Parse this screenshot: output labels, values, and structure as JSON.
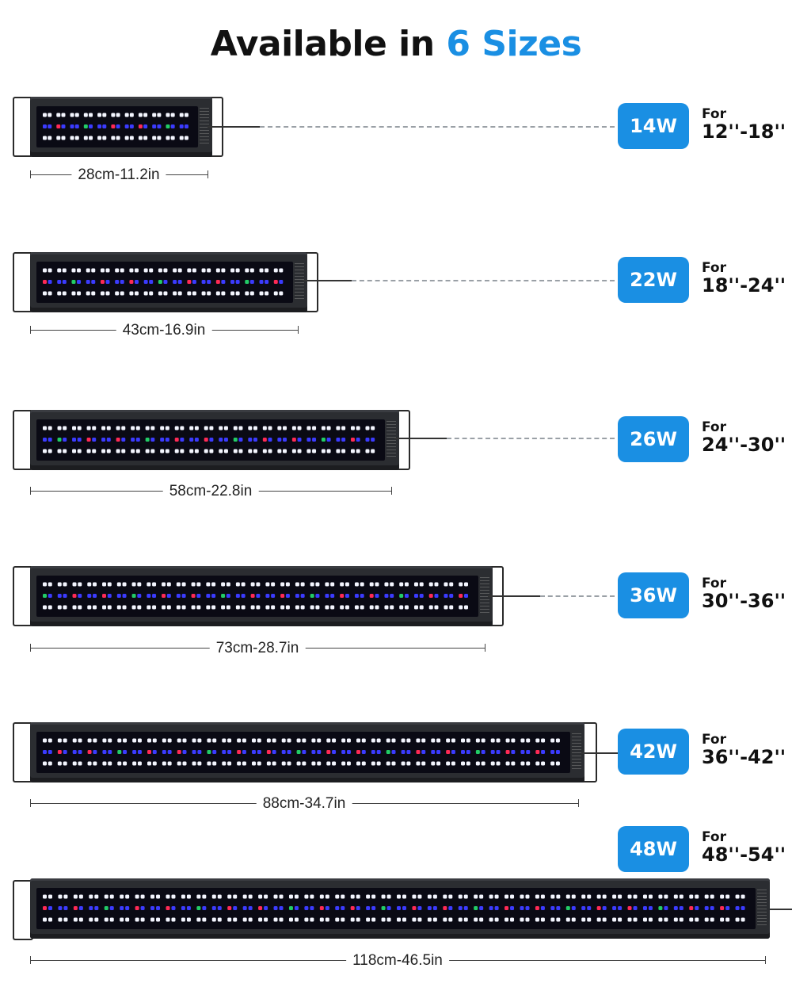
{
  "title": {
    "main": "Available in ",
    "accent": "6 Sizes"
  },
  "colors": {
    "accent": "#1a8fe3",
    "light_body": "#2b2d31",
    "led_white": "#f4f6ff",
    "led_blue": "#3b3bff",
    "led_red": "#ff2a55",
    "led_green": "#22cc66"
  },
  "sizes": [
    {
      "watt": "14W",
      "for": "For",
      "range": "12''-18''",
      "dimension": "28cm-11.2in"
    },
    {
      "watt": "22W",
      "for": "For",
      "range": "18''-24''",
      "dimension": "43cm-16.9in"
    },
    {
      "watt": "26W",
      "for": "For",
      "range": "24''-30''",
      "dimension": "58cm-22.8in"
    },
    {
      "watt": "36W",
      "for": "For",
      "range": "30''-36''",
      "dimension": "73cm-28.7in"
    },
    {
      "watt": "42W",
      "for": "For",
      "range": "36''-42''",
      "dimension": "88cm-34.7in"
    },
    {
      "watt": "48W",
      "for": "For",
      "range": "48''-54''",
      "dimension": "118cm-46.5in"
    }
  ]
}
